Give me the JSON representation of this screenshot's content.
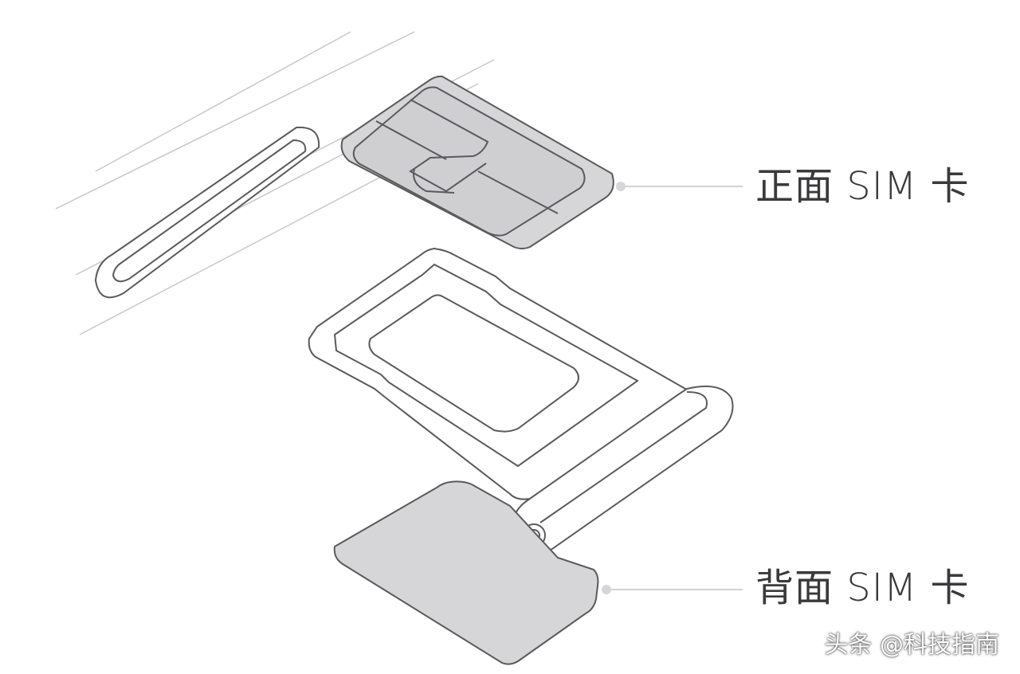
{
  "labels": {
    "front_sim": "正面 SIM 卡",
    "back_sim": "背面 SIM 卡"
  },
  "watermark": "头条 @科技指南",
  "colors": {
    "stroke": "#5a5a5e",
    "card_fill": "#d6d6d8",
    "chip_fill": "#cfcfd1",
    "callout_line": "#c4c4c6",
    "label_text": "#3a3a3c"
  }
}
